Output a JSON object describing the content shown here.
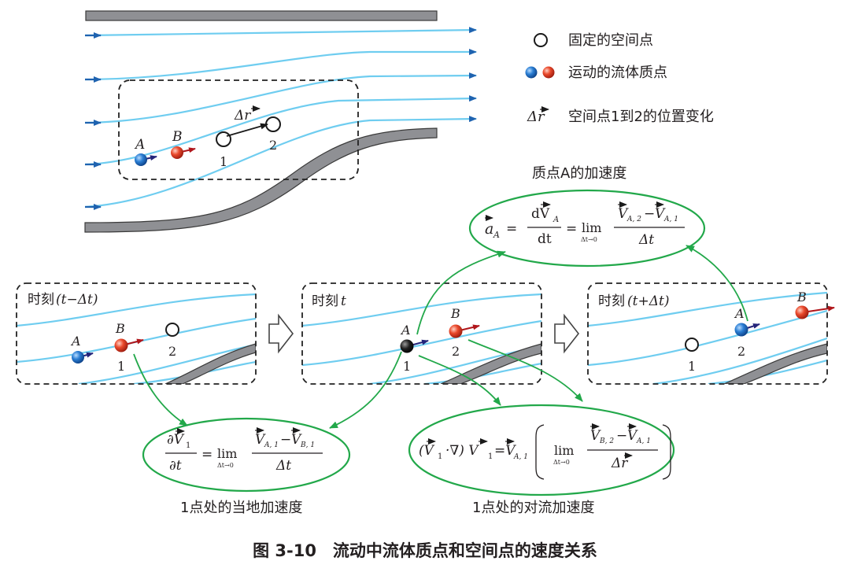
{
  "legend": {
    "fixed_point": "固定的空间点",
    "moving_particle": "运动的流体质点",
    "delta_r_symbol": "Δr",
    "delta_r_desc": "空间点1到2的位置变化"
  },
  "top_diagram": {
    "label_A": "A",
    "label_B": "B",
    "label_1": "1",
    "label_2": "2",
    "delta_r": "Δr"
  },
  "panels": [
    {
      "title_cjk": "时刻",
      "title_math": "(t−Δt)",
      "label_A": "A",
      "label_B": "B",
      "label_1": "1",
      "label_2": "2"
    },
    {
      "title_cjk": "时刻",
      "title_math": "t",
      "label_A": "A",
      "label_B": "B",
      "label_1": "1",
      "label_2": "2"
    },
    {
      "title_cjk": "时刻",
      "title_math": "(t+Δt)",
      "label_A": "A",
      "label_B": "B",
      "label_1": "1",
      "label_2": "2"
    }
  ],
  "formulas": {
    "accel_title": "质点A的加速度",
    "accel_lhs": "a",
    "accel_lhs_sub": "A",
    "accel_num": "dV",
    "accel_num_sub": "A",
    "accel_den": "dt",
    "lim": "lim",
    "lim_sub": "Δt→0",
    "accel_rhs_num": "V",
    "accel_rhs_num_sub1": "A, 2",
    "accel_rhs_num_sub2": "A, 1",
    "accel_rhs_den": "Δt",
    "local_lhs_num": "∂V",
    "local_lhs_num_sub": "1",
    "local_lhs_den": "∂t",
    "local_rhs_num_sub1": "A, 1",
    "local_rhs_num_sub2": "B, 1",
    "local_rhs_den": "Δt",
    "conv_lhs": "(V",
    "conv_lhs_sub": "1",
    "conv_op": "·∇) V",
    "conv_op_sub": "1",
    "conv_eq": "=V",
    "conv_eq_sub": "A, 1",
    "conv_num_sub1": "B, 2",
    "conv_num_sub2": "A, 1",
    "conv_den": "Δr",
    "local_caption": "1点处的当地加速度",
    "conv_caption": "1点处的对流加速度"
  },
  "caption": "图 3-10　流动中流体质点和空间点的速度关系"
}
